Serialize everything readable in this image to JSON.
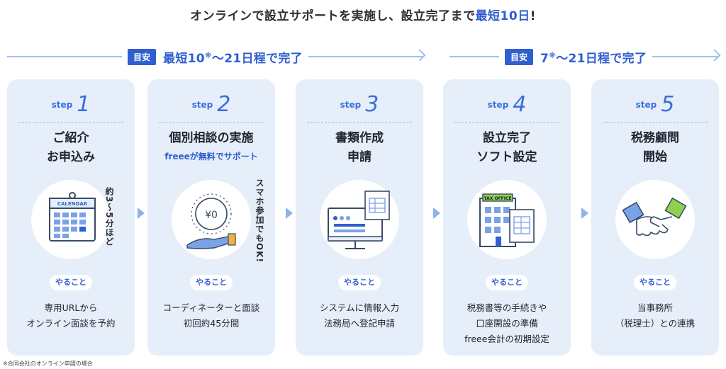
{
  "headline": {
    "prefix": "オンラインで設立サポートを実施し、設立完了まで",
    "accent": "最短10日",
    "suffix": "!"
  },
  "timelines": [
    {
      "badge": "目安",
      "label_a": "最短10",
      "mark": "※",
      "label_b": "〜21日程で完了"
    },
    {
      "badge": "目安",
      "label_a": "7",
      "mark": "※",
      "label_b": "〜21日程で完了"
    }
  ],
  "steps": [
    {
      "step_word": "step",
      "number": "1",
      "title_lines": [
        "ご紹介",
        "お申込み"
      ],
      "subtitle": "",
      "icon": "calendar-icon",
      "calendar_text": "CALENDAR",
      "note": "約3〜5分ほど",
      "todo": "やること",
      "desc_lines": [
        "専用URLから",
        "オンライン面談を予約"
      ]
    },
    {
      "step_word": "step",
      "number": "2",
      "title_lines": [
        "個別相談の実施",
        ""
      ],
      "subtitle": "freeeが無料でサポート",
      "icon": "coin-hand-icon",
      "coin_text": "¥0",
      "note": "スマホ参加でもOK!",
      "todo": "やること",
      "desc_lines": [
        "コーディネーターと面談",
        "初回約45分間"
      ]
    },
    {
      "step_word": "step",
      "number": "3",
      "title_lines": [
        "書類作成",
        "申請"
      ],
      "subtitle": "",
      "icon": "monitor-document-icon",
      "todo": "やること",
      "desc_lines": [
        "システムに情報入力",
        "法務局へ登記申請"
      ]
    },
    {
      "step_word": "step",
      "number": "4",
      "title_lines": [
        "設立完了",
        "ソフト設定"
      ],
      "subtitle": "",
      "icon": "tax-office-icon",
      "office_text": "TAX OFFICE",
      "todo": "やること",
      "desc_lines": [
        "税務書等の手続きや",
        "口座開設の準備",
        "freee会計の初期設定"
      ]
    },
    {
      "step_word": "step",
      "number": "5",
      "title_lines": [
        "税務顧問",
        "開始"
      ],
      "subtitle": "",
      "icon": "handshake-icon",
      "todo": "やること",
      "desc_lines": [
        "当事務所",
        "（税理士）との連携"
      ]
    }
  ],
  "footnote": "※合同会社のオンライン申請の場合",
  "colors": {
    "accent": "#2f5fd0",
    "card_bg": "#e6eefa",
    "line": "#9fc0ee",
    "green": "#8fd14f"
  }
}
